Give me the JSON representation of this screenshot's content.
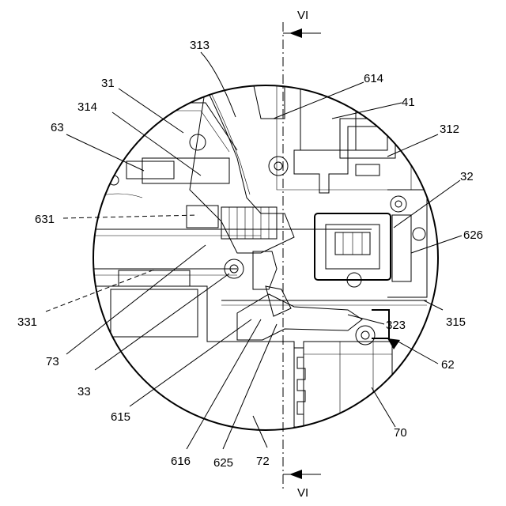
{
  "section_marks": {
    "top": "VI",
    "bottom": "VI"
  },
  "labels": {
    "l313": "313",
    "l614": "614",
    "l31": "31",
    "l314": "314",
    "l41": "41",
    "l63": "63",
    "l312": "312",
    "l32": "32",
    "l631": "631",
    "l626": "626",
    "l331": "331",
    "l315": "315",
    "l323": "323",
    "l73": "73",
    "l62": "62",
    "l33": "33",
    "l615": "615",
    "l70": "70",
    "l616": "616",
    "l625": "625",
    "l72": "72"
  }
}
